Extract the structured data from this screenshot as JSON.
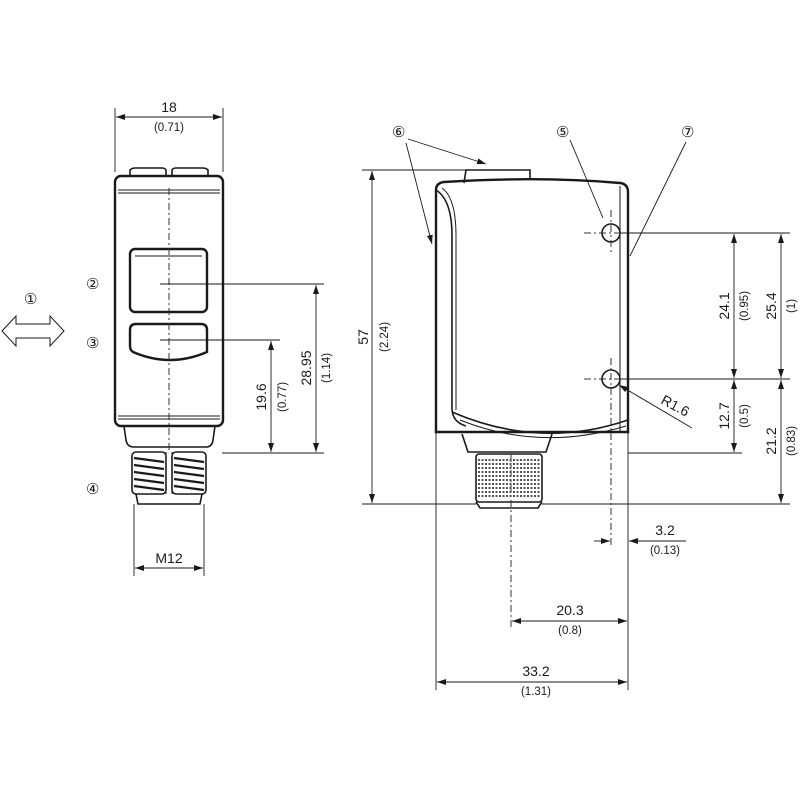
{
  "callouts": {
    "c1": "①",
    "c2": "②",
    "c3": "③",
    "c4": "④",
    "c5": "⑤",
    "c6": "⑥",
    "c7": "⑦"
  },
  "front_view": {
    "width": {
      "value": "18",
      "inch": "(0.71)"
    },
    "thread": "M12",
    "h1": {
      "value": "19.6",
      "inch": "(0.77)"
    },
    "h2": {
      "value": "28.95",
      "inch": "(1.14)"
    }
  },
  "side_view": {
    "height": {
      "value": "57",
      "inch": "(2.24)"
    },
    "hole_spacing": {
      "value": "24.1",
      "inch": "(0.95)"
    },
    "top_hole": {
      "value": "25.4",
      "inch": "(1)"
    },
    "hole_height": {
      "value": "12.7",
      "inch": "(0.5)"
    },
    "base_height": {
      "value": "21.2",
      "inch": "(0.83)"
    },
    "radius": "R1.6",
    "hole_offset": {
      "value": "3.2",
      "inch": "(0.13)"
    },
    "connector_offset": {
      "value": "20.3",
      "inch": "(0.8)"
    },
    "depth": {
      "value": "33.2",
      "inch": "(1.31)"
    }
  }
}
